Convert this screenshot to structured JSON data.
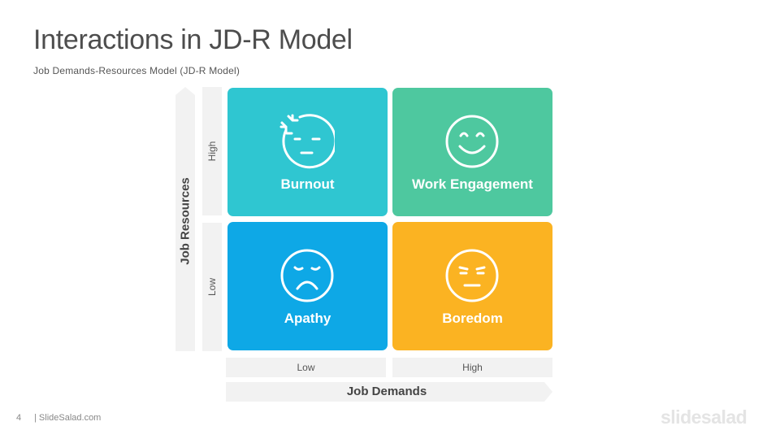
{
  "title": "Interactions in JD-R Model",
  "subtitle": "Job Demands-Resources Model (JD-R Model)",
  "y_axis": {
    "label": "Job Resources",
    "levels": {
      "high": "High",
      "low": "Low"
    }
  },
  "x_axis": {
    "label": "Job Demands",
    "levels": {
      "low": "Low",
      "high": "High"
    }
  },
  "quadrants": {
    "burnout": {
      "label": "Burnout",
      "icon": "frustrated-face-icon",
      "color": "#2fc6d1"
    },
    "engagement": {
      "label": "Work Engagement",
      "icon": "happy-face-icon",
      "color": "#4ec89f"
    },
    "apathy": {
      "label": "Apathy",
      "icon": "sad-face-icon",
      "color": "#0ea8e6"
    },
    "boredom": {
      "label": "Boredom",
      "icon": "bored-face-icon",
      "color": "#fbb322"
    }
  },
  "footer": {
    "page_number": "4",
    "source": "| SlideSalad.com",
    "brand": "slidesalad"
  }
}
